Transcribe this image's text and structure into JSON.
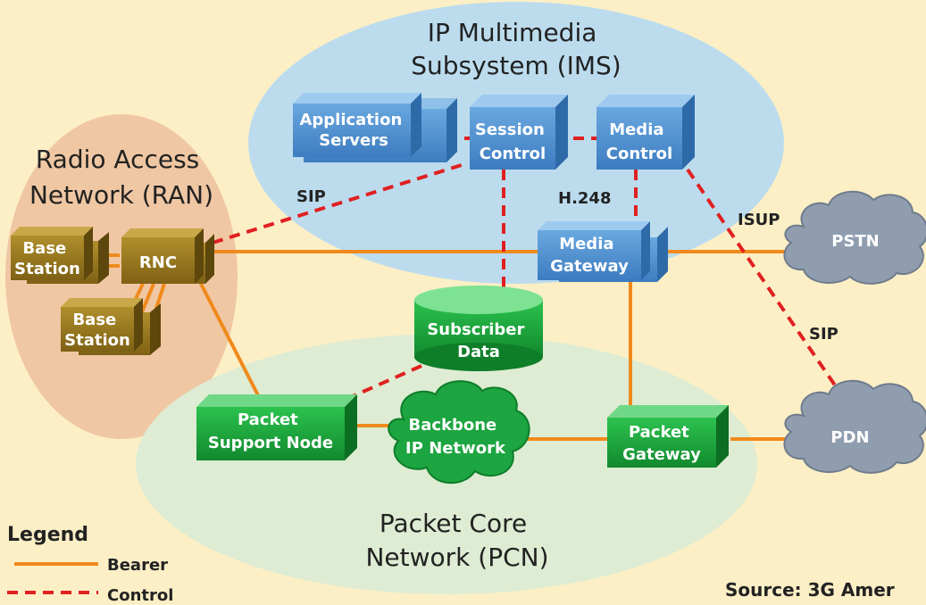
{
  "regions": {
    "ims": [
      "IP Multimedia",
      "Subsystem (IMS)"
    ],
    "ran": [
      "Radio Access",
      "Network (RAN)"
    ],
    "pcn": [
      "Packet Core",
      "Network (PCN)"
    ]
  },
  "nodes": {
    "app_servers": [
      "Application",
      "Servers"
    ],
    "session_control": [
      "Session",
      "Control"
    ],
    "media_control": [
      "Media",
      "Control"
    ],
    "media_gateway": [
      "Media",
      "Gateway"
    ],
    "base_station_1": [
      "Base",
      "Station"
    ],
    "base_station_2": [
      "Base",
      "Station"
    ],
    "rnc": "RNC",
    "subscriber_data": [
      "Subscriber",
      "Data"
    ],
    "packet_support_node": [
      "Packet",
      "Support Node"
    ],
    "backbone": [
      "Backbone",
      "IP Network"
    ],
    "packet_gateway": [
      "Packet",
      "Gateway"
    ],
    "pstn": "PSTN",
    "pdn": "PDN"
  },
  "protocols": {
    "sip_ran": "SIP",
    "h248": "H.248",
    "isup": "ISUP",
    "sip_pdn": "SIP"
  },
  "legend": {
    "title": "Legend",
    "bearer": "Bearer",
    "control": "Control"
  },
  "source": "Source: 3G Amer",
  "colors": {
    "background": "#fcefc6",
    "bearer_line": "#f08a1c",
    "control_line": "#e02020",
    "ims_region": "#bcdcee",
    "ran_region": "#f0c7a3",
    "pcn_region": "#deecd3",
    "ims_node": "#4f8fcf",
    "ran_node": "#9a7a1e",
    "pcn_node": "#1ca540",
    "cloud": "#8f9daf"
  }
}
